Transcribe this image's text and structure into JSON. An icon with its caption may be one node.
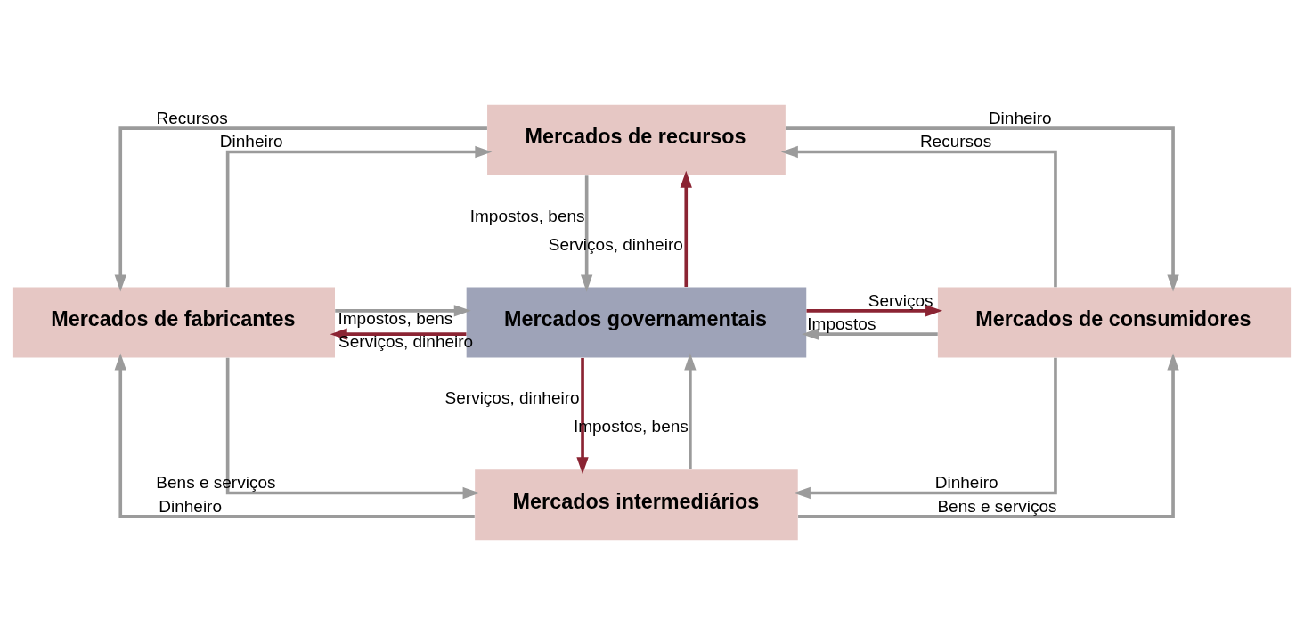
{
  "diagram": {
    "nodes": [
      {
        "text": [
          "Mercados de recursos"
        ]
      },
      {
        "text": [
          "Mercados de fabricantes"
        ]
      },
      {
        "text": [
          "Mercados governamentais"
        ]
      },
      {
        "text": [
          "Mercados de consumidores"
        ]
      },
      {
        "text": [
          "Mercados intermediários"
        ]
      }
    ],
    "edges": [
      {
        "from": 0,
        "to": 1,
        "arrow": "to",
        "label": "Recursos"
      },
      {
        "from": 1,
        "to": 0,
        "arrow": "to",
        "label": "Dinheiro"
      },
      {
        "from": 3,
        "to": 0,
        "arrow": "to",
        "label": "Recursos"
      },
      {
        "from": 0,
        "to": 3,
        "arrow": "to",
        "label": "Dinheiro"
      },
      {
        "from": 0,
        "to": 2,
        "arrow": "to",
        "label": "Impostos, bens"
      },
      {
        "from": 2,
        "to": 0,
        "arrow": "to",
        "label": "Serviços, dinheiro",
        "color": "#8b2433"
      },
      {
        "from": 2,
        "to": 1,
        "arrow": "to",
        "label": "Serviços, dinheiro",
        "color": "#8b2433"
      },
      {
        "from": 1,
        "to": 2,
        "arrow": "to",
        "label": "Impostos, bens"
      },
      {
        "from": 3,
        "to": 2,
        "arrow": "to",
        "label": "Impostos"
      },
      {
        "from": 2,
        "to": 3,
        "arrow": "to",
        "label": "Serviços",
        "color": "#8b2433"
      },
      {
        "from": 2,
        "to": 4,
        "arrow": "to",
        "label": "Serviços, dinheiro",
        "color": "#8b2433"
      },
      {
        "from": 4,
        "to": 2,
        "arrow": "to",
        "label": "Impostos, bens"
      },
      {
        "from": 4,
        "to": 1,
        "arrow": "to",
        "label": "Dinheiro"
      },
      {
        "from": 1,
        "to": 4,
        "arrow": "to",
        "label": "Bens e serviços"
      },
      {
        "from": 3,
        "to": 4,
        "arrow": "to",
        "label": "Dinheiro"
      },
      {
        "from": 4,
        "to": 3,
        "arrow": "to",
        "label": "Bens e serviços"
      }
    ]
  }
}
